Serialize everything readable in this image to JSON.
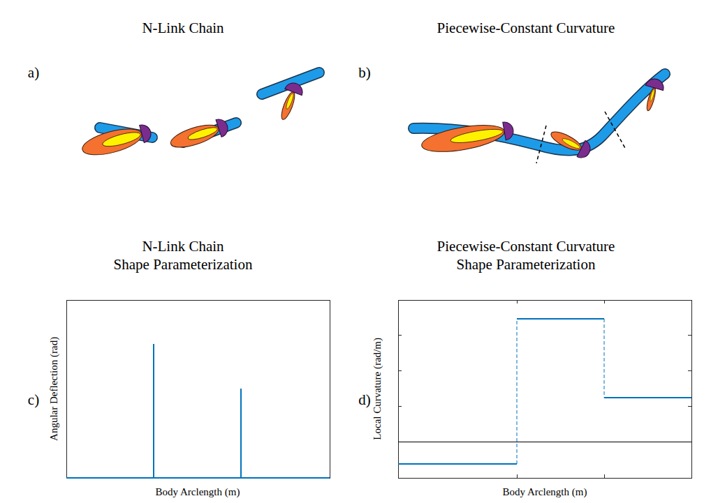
{
  "diagram": {
    "labels": [
      "N-Link Chain",
      "Piecewise-Constant Curvature",
      "a)",
      "b)",
      "N-Link Chain Shape Parameterization",
      "Piecewise-Constant Curvature Shape Parameterization",
      "c)",
      "d)",
      "Angular Deflection (rad)",
      "Body Arclength (m)",
      "Local Curvature (rad/m)",
      "Body Arclength (m)"
    ]
  }
}
